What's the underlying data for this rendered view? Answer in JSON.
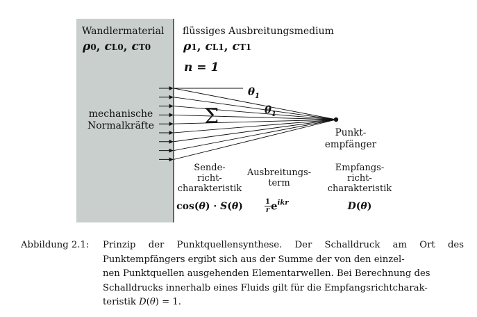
{
  "figure": {
    "left_region": {
      "title": "Wandlermaterial",
      "symbols": "ρ0, cL0, cT0",
      "force_label": [
        "mechanische",
        "Normalkräfte"
      ]
    },
    "right_region": {
      "title": "flüssiges Ausbreitungsmedium",
      "symbols": "ρ1, cL1, cT1"
    },
    "normal_label": "n = 1",
    "angle_label_1": "θ1",
    "angle_label_2": "θ1",
    "sum_symbol": "Σ",
    "receiver_label": [
      "Punkt-",
      "empfänger"
    ],
    "bottom_terms": {
      "sender": {
        "label": [
          "Sende-",
          "richt-",
          "charakteristik"
        ],
        "formula": "cos(θ) · S(θ)"
      },
      "propagation": {
        "label": [
          "Ausbreitungs-",
          "term"
        ],
        "formula": "1/r e^ikr"
      },
      "receiver": {
        "label": [
          "Empfangs-",
          "richt-",
          "charakteristik"
        ],
        "formula": "D(θ)"
      }
    }
  },
  "caption": {
    "label": "Abbildung 2.1:",
    "lines": [
      "Prinzip der Punktquellensynthese. Der Schalldruck am Ort des",
      "Punktempfängers ergibt sich aus der Summe der von den einzel-",
      "nen Punktquellen ausgehenden Elementarwellen. Bei Berechnung des",
      "Schalldrucks innerhalb eines Fluids gilt für die Empfangsrichtcharak-",
      "teristik D(θ) = 1."
    ]
  },
  "colors": {
    "transducer_fill": "#c9cfcc",
    "ink": "#111111"
  }
}
